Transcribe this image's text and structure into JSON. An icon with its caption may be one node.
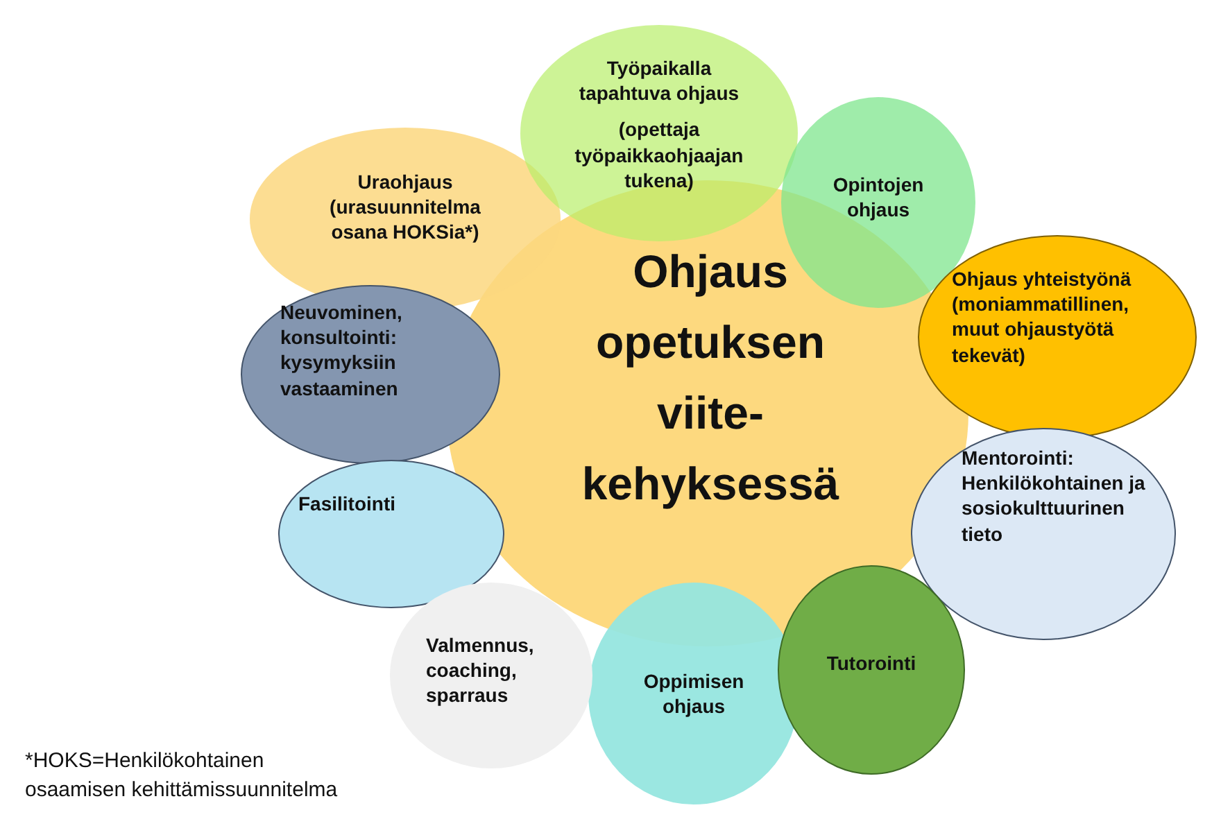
{
  "diagram": {
    "nodes": [
      {
        "text": [
          "Ohjaus opetuksen viite- kehyksessä"
        ]
      },
      {
        "text": [
          "Uraohjaus (urasuunnitelma osana HOKSia*)"
        ]
      },
      {
        "text": [
          "Työpaikalla tapahtuva ohjaus",
          "(opettaja työpaikkaohjaajan tukena)"
        ]
      },
      {
        "text": [
          "Opintojen ohjaus"
        ]
      },
      {
        "text": [
          "Ohjaus yhteistyönä (moniammatillinen, muut ohjaustyötä tekevät)"
        ]
      },
      {
        "text": [
          "Neuvominen, konsultointi: kysymyksiin vastaaminen"
        ]
      },
      {
        "text": [
          "Mentorointi: Henkilökohtainen ja sosiokulttuurinen tieto"
        ]
      },
      {
        "text": [
          "Fasilitointi"
        ]
      },
      {
        "text": [
          "Valmennus, coaching, sparraus"
        ]
      },
      {
        "text": [
          "Oppimisen ohjaus"
        ]
      },
      {
        "text": [
          "Tutorointi"
        ]
      }
    ],
    "labels": [
      "*HOKS=Henkilökohtainen osaamisen kehittämissuunnitelma"
    ]
  }
}
